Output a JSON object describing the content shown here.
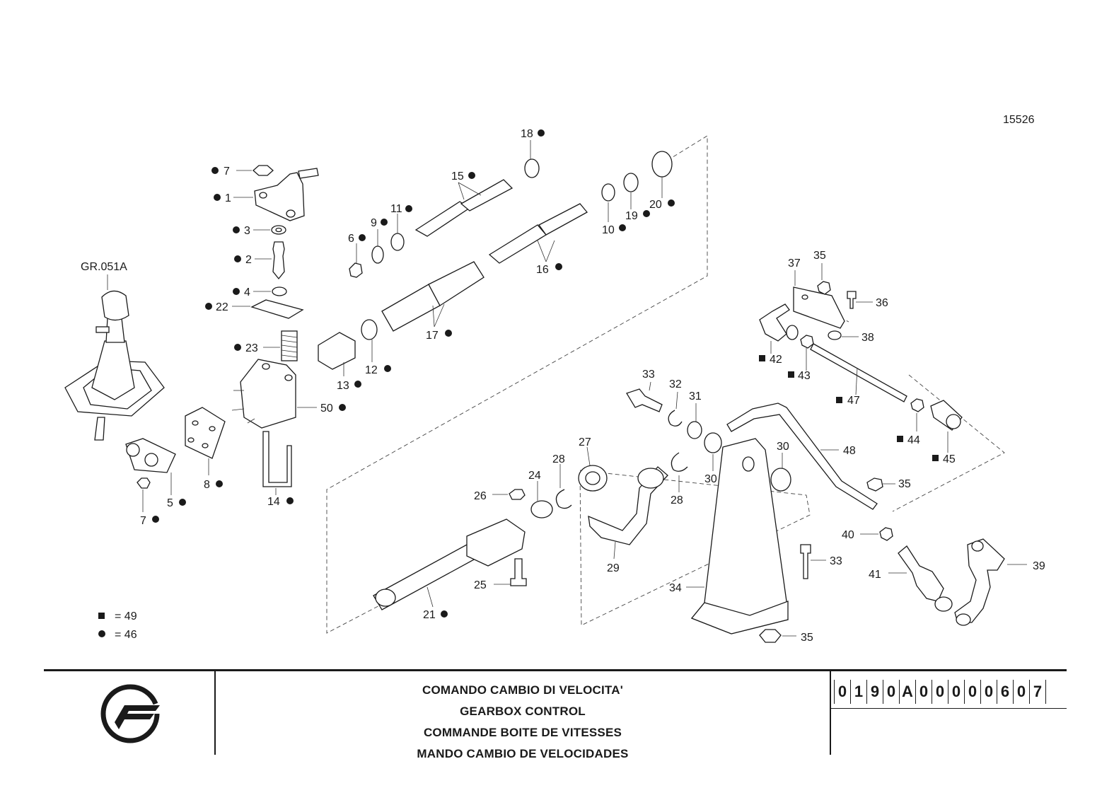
{
  "figure_number": "15526",
  "group_ref": "GR.051A",
  "legend": [
    {
      "marker": "square",
      "label": "= 49"
    },
    {
      "marker": "circle",
      "label": "= 46"
    }
  ],
  "callouts": {
    "p1": "1",
    "p2": "2",
    "p3": "3",
    "p4": "4",
    "p5": "5",
    "p6": "6",
    "p7a": "7",
    "p7b": "7",
    "p8": "8",
    "p9": "9",
    "p10": "10",
    "p11": "11",
    "p12": "12",
    "p13": "13",
    "p14": "14",
    "p15": "15",
    "p16": "16",
    "p17": "17",
    "p18": "18",
    "p19": "19",
    "p20": "20",
    "p21": "21",
    "p22": "22",
    "p23": "23",
    "p24": "24",
    "p25": "25",
    "p26": "26",
    "p27": "27",
    "p28a": "28",
    "p28b": "28",
    "p29": "29",
    "p30a": "30",
    "p30b": "30",
    "p31": "31",
    "p32": "32",
    "p33a": "33",
    "p33b": "33",
    "p34": "34",
    "p35a": "35",
    "p35b": "35",
    "p35c": "35",
    "p36": "36",
    "p37": "37",
    "p38": "38",
    "p39": "39",
    "p40": "40",
    "p41": "41",
    "p42": "42",
    "p43": "43",
    "p44": "44",
    "p45": "45",
    "p47": "47",
    "p48": "48",
    "p50": "50"
  },
  "title_block": {
    "title_it": "COMANDO CAMBIO DI VELOCITA'",
    "title_en": "GEARBOX CONTROL",
    "title_fr": "COMMANDE BOITE DE VITESSES",
    "title_es": "MANDO CAMBIO DE VELOCIDADES",
    "doc_code": [
      "0",
      "1",
      "9",
      "0",
      "A",
      "0",
      "0",
      "0",
      "0",
      "0",
      "6",
      "0",
      "7"
    ]
  }
}
